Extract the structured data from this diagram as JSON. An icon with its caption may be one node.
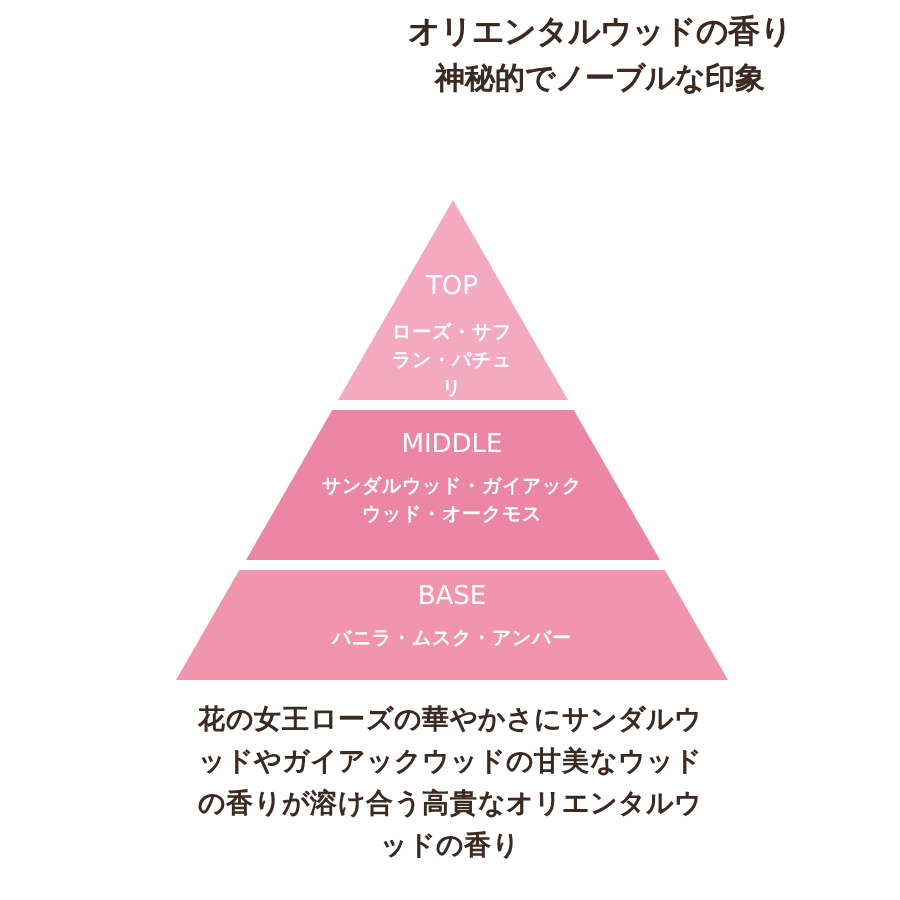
{
  "diagram": {
    "title": "オリエンタルウッドの香り",
    "nodes": [
      {
        "text": [
          "TOP",
          "ローズ・サフラン・パチュリ"
        ]
      },
      {
        "text": [
          "MIDDLE",
          "サンダルウッド・ガイアックウッド・オークモス"
        ]
      },
      {
        "text": [
          "BASE",
          "バニラ・ムスク・アンバー"
        ]
      }
    ],
    "labels": [
      "神秘的でノーブルな印象"
    ],
    "caption": "花の女王ローズの華やかさにサンダルウッドやガイアックウッドの甘美なウッドの香りが溶け合う高貴なオリエンタルウッドの香り"
  }
}
